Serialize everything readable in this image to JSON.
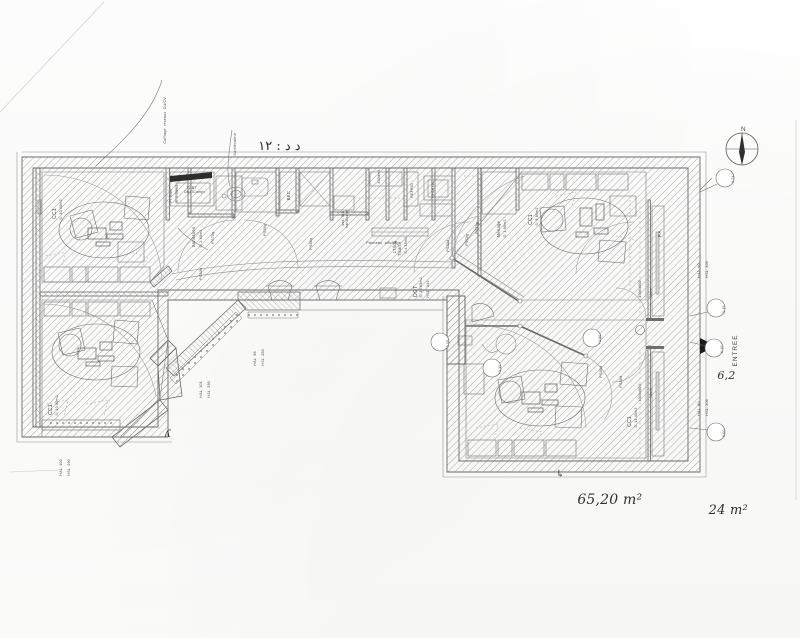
{
  "sheet": {
    "kind": "architectural-floor-plan",
    "scan_note": "photocopied / scanned blueprint, greyscale line drawing on white paper",
    "total_area_handwritten": "65,20 m²",
    "secondary_area_handwritten": "24 m²",
    "arabic_handwritten_note": "ﺩ ﺩ : ١٢"
  },
  "compass": {
    "label": "N"
  },
  "entrance": {
    "label": "ENTREE",
    "handwritten_mark": "6,2"
  },
  "rooms": [
    {
      "id": "cc1-top-left",
      "name": "CC1",
      "area": "S: 10.00m2",
      "height": ""
    },
    {
      "id": "cc1-bottom-left",
      "name": "CC1",
      "area": "S: 10.00m2",
      "height": ""
    },
    {
      "id": "cc1-top-right",
      "name": "CC1",
      "area": "S: 9.80m2",
      "height": ""
    },
    {
      "id": "cc1-bottom-right",
      "name": "CC1",
      "area": "S: 11.40m2",
      "height": ""
    },
    {
      "id": "dgt",
      "name": "DGT",
      "area": "S: 15.65m2",
      "height": "HSD  344"
    },
    {
      "id": "sanitaires",
      "name": "Sanitaires",
      "area": "S: 3.60m2",
      "height": ""
    },
    {
      "id": "lt-log-tisan",
      "name": "LT/log.\nTisan.",
      "area": "S:4.15m2",
      "height": ""
    },
    {
      "id": "menage",
      "name": "Ménage",
      "area": "S: 1.60m2",
      "height": ""
    },
    {
      "id": "pl-elec",
      "name": "Pl. Elec",
      "area": "S: 0.50m2",
      "height": ""
    }
  ],
  "equipment": [
    {
      "id": "tgbt",
      "label": "TGBT\nDisj./Compt"
    },
    {
      "id": "bec",
      "label": "BEC"
    },
    {
      "id": "refrig",
      "label": "REFRIG"
    },
    {
      "id": "photoc",
      "label": "PHOTOC"
    },
    {
      "id": "micro",
      "label": "400dm3"
    },
    {
      "id": "panneau",
      "label": "Panneau  affichage"
    },
    {
      "id": "wc",
      "label": "ssd. WC\nhandicapé"
    }
  ],
  "callouts": [
    {
      "id": "coffrage",
      "label": "Coffrage  réseaux  CU/CV"
    },
    {
      "id": "surelevateur",
      "label": "Surélévateur"
    }
  ],
  "doors": [
    {
      "id": "d1",
      "label": "PS70g"
    },
    {
      "id": "d2",
      "label": "PS80d"
    },
    {
      "id": "d3",
      "label": "PS80g"
    },
    {
      "id": "d4",
      "label": "PS80g"
    },
    {
      "id": "d5",
      "label": "PS80d"
    },
    {
      "id": "d6",
      "label": "PS70g"
    },
    {
      "id": "d7",
      "label": "PS70g"
    },
    {
      "id": "d8",
      "label": "PS80d"
    },
    {
      "id": "d9",
      "label": "PS80d"
    },
    {
      "id": "d10",
      "label": "P.A."
    },
    {
      "id": "d11",
      "label": "Store"
    },
    {
      "id": "d12",
      "label": "Store"
    },
    {
      "id": "d13",
      "label": "1000x800"
    },
    {
      "id": "d14",
      "label": "1000x800"
    }
  ],
  "openings": [
    {
      "id": "o1",
      "hal": "HAL  100",
      "hsl": "HSL  290"
    },
    {
      "id": "o2",
      "hal": "HAL  101",
      "hsl": "HSL  290"
    },
    {
      "id": "o3",
      "hal": "HAL  98",
      "hsl": "HSL  280"
    },
    {
      "id": "o4",
      "hal": "HAL  60",
      "hsl": "HSL  306"
    },
    {
      "id": "o5",
      "hal": "HAL  60",
      "hsl": "HSL  306"
    }
  ],
  "levels": [
    {
      "id": "lv1",
      "value": "-0,24"
    },
    {
      "id": "lv2",
      "value": "-0,15"
    },
    {
      "id": "lv3",
      "value": "-0,10"
    },
    {
      "id": "lv4",
      "value": "-0,00"
    },
    {
      "id": "lv5",
      "value": "+0,00"
    },
    {
      "id": "lv6",
      "value": "-0,05"
    },
    {
      "id": "lv7",
      "value": "+0,11"
    }
  ],
  "colors": {
    "line": "#5c5c5c",
    "line_light": "#8d8d8d",
    "hatch": "#7a7a7a",
    "text": "#4a4a4a",
    "paper": "#ffffff"
  }
}
